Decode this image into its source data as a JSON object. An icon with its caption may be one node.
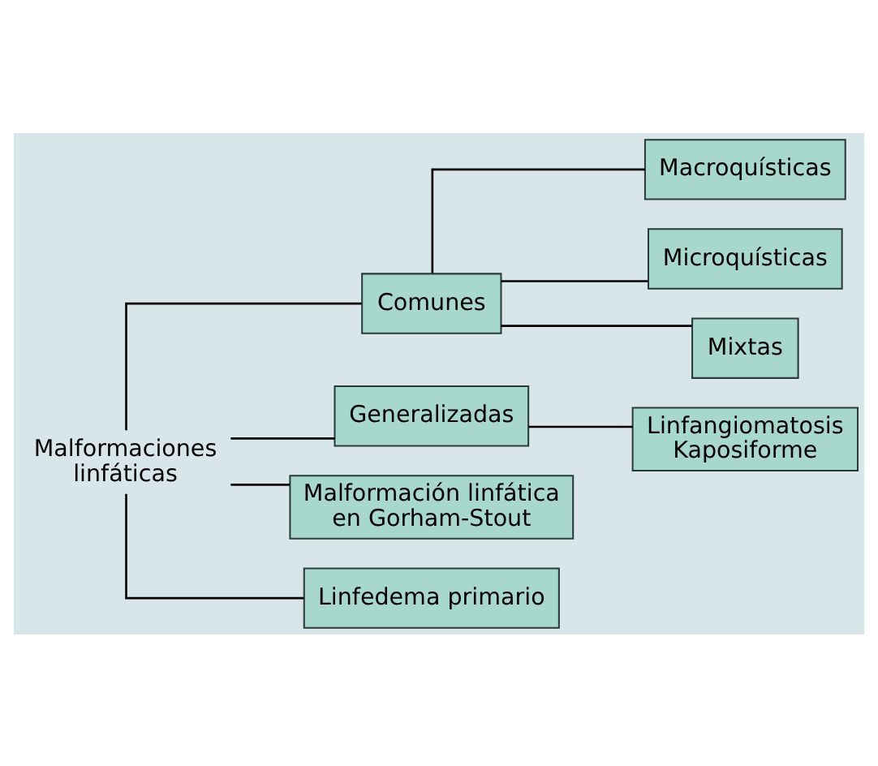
{
  "diagram": {
    "nodes": [
      {
        "text": [
          "Malformaciones linfáticas"
        ]
      },
      {
        "text": [
          "Comunes"
        ]
      },
      {
        "text": [
          "Macroquísticas"
        ]
      },
      {
        "text": [
          "Microquísticas"
        ]
      },
      {
        "text": [
          "Mixtas"
        ]
      },
      {
        "text": [
          "Generalizadas"
        ]
      },
      {
        "text": [
          "Linfangiomatosis Kaposiforme"
        ]
      },
      {
        "text": [
          "Malformación linfática en Gorham-Stout"
        ]
      },
      {
        "text": [
          "Linfedema primario"
        ]
      }
    ],
    "edges": [
      {
        "from": 0,
        "to": 1,
        "arrow": "none"
      },
      {
        "from": 0,
        "to": 5,
        "arrow": "none"
      },
      {
        "from": 0,
        "to": 7,
        "arrow": "none"
      },
      {
        "from": 0,
        "to": 8,
        "arrow": "none"
      },
      {
        "from": 1,
        "to": 2,
        "arrow": "none"
      },
      {
        "from": 1,
        "to": 3,
        "arrow": "none"
      },
      {
        "from": 1,
        "to": 4,
        "arrow": "none"
      },
      {
        "from": 5,
        "to": 6,
        "arrow": "none"
      }
    ]
  }
}
